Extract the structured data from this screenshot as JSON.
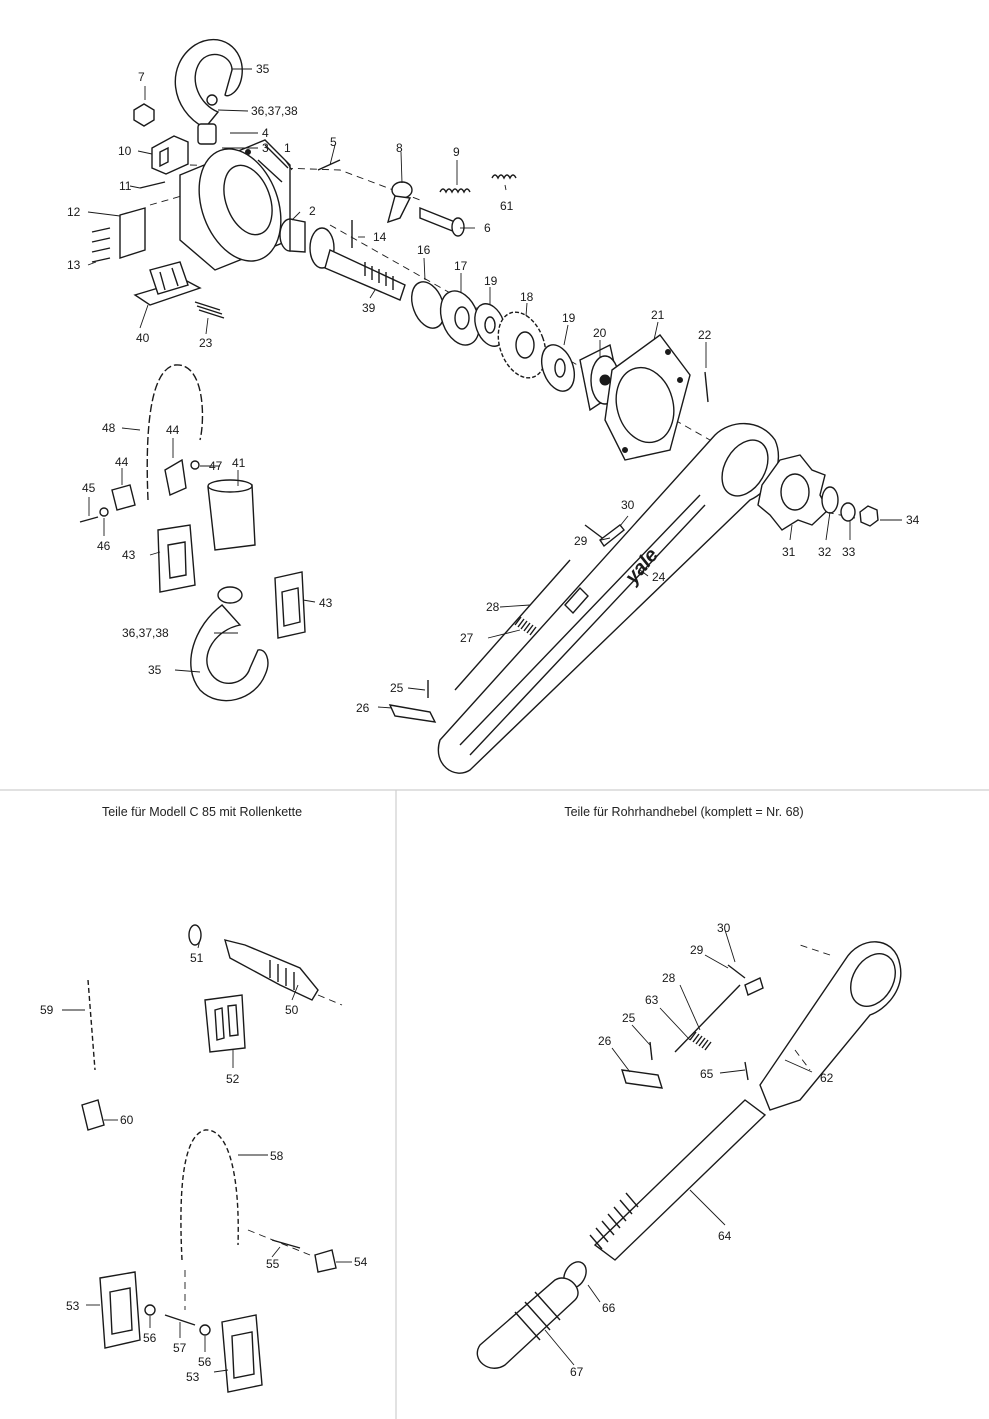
{
  "captions": {
    "roller_chain": "Teile für Modell C 85 mit Rollenkette",
    "tube_lever": "Teile für Rohrhandhebel (komplett = Nr. 68)"
  },
  "brand_mark": "yale",
  "callouts": [
    "1",
    "2",
    "3",
    "4",
    "5",
    "6",
    "7",
    "8",
    "9",
    "10",
    "11",
    "12",
    "13",
    "14",
    "16",
    "17",
    "18",
    "19",
    "19",
    "20",
    "21",
    "22",
    "23",
    "24",
    "25",
    "26",
    "27",
    "28",
    "29",
    "30",
    "31",
    "32",
    "33",
    "34",
    "35",
    "36,37,38",
    "35",
    "36,37,38",
    "39",
    "40",
    "41",
    "43",
    "43",
    "44",
    "44",
    "45",
    "46",
    "47",
    "48",
    "61",
    "50",
    "51",
    "52",
    "53",
    "53",
    "54",
    "55",
    "56",
    "56",
    "57",
    "58",
    "59",
    "60",
    "25",
    "26",
    "28",
    "29",
    "30",
    "62",
    "63",
    "64",
    "65",
    "66",
    "67"
  ]
}
